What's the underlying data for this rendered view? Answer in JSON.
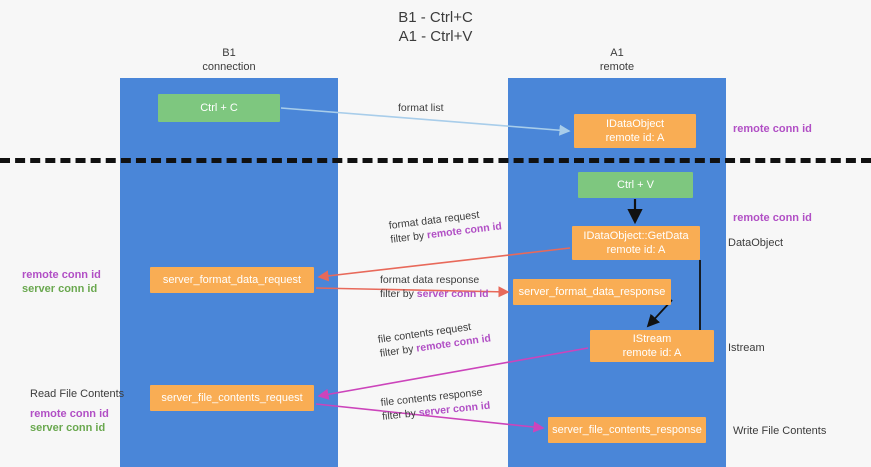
{
  "title": {
    "line1": "B1 - Ctrl+C",
    "line2": "A1 - Ctrl+V"
  },
  "lanes": [
    {
      "id": "b1",
      "name": "B1",
      "role": "connection"
    },
    {
      "id": "a1",
      "name": "A1",
      "role": "remote"
    }
  ],
  "nodes": {
    "ctrl_c": {
      "line1": "Ctrl + C",
      "line2": "",
      "color": "#7ec77f"
    },
    "idataobject": {
      "line1": "IDataObject",
      "line2": "remote id: A",
      "color": "#f9ad54"
    },
    "ctrl_v": {
      "line1": "Ctrl + V",
      "line2": "",
      "color": "#7ec77f"
    },
    "getdata": {
      "line1": "IDataObject::GetData",
      "line2": "remote id: A",
      "color": "#f9ad54"
    },
    "sfd_request": {
      "line1": "server_format_data_request",
      "line2": "",
      "color": "#f9ad54"
    },
    "sfd_response": {
      "line1": "server_format_data_response",
      "line2": "",
      "color": "#f9ad54"
    },
    "istream": {
      "line1": "IStream",
      "line2": "remote id: A",
      "color": "#f9ad54"
    },
    "sfc_request": {
      "line1": "server_file_contents_request",
      "line2": "",
      "color": "#f9ad54"
    },
    "sfc_response": {
      "line1": "server_file_contents_response",
      "line2": "",
      "color": "#f9ad54"
    }
  },
  "edge_labels": {
    "format_list": "format list",
    "format_data_request": "format data request",
    "format_data_request_filter_prefix": "filter by ",
    "format_data_request_filter_key": "remote conn id",
    "format_data_response": "format data response",
    "format_data_response_filter_prefix": "filter by ",
    "format_data_response_filter_key": "server conn id",
    "file_contents_request": "file contents request",
    "file_contents_request_filter_prefix": "filter by ",
    "file_contents_request_filter_key": "remote conn id",
    "file_contents_response": "file contents response",
    "file_contents_response_filter_prefix": "filter by ",
    "file_contents_response_filter_key": "server conn id"
  },
  "side_labels": {
    "right_remote_conn_id_top": "remote conn id",
    "right_remote_conn_id_mid": "remote conn id",
    "right_dataobject": "DataObject",
    "right_istream": "Istream",
    "right_write_file_contents": "Write File Contents",
    "left_remote_conn_id": "remote conn id",
    "left_server_conn_id": "server conn id",
    "left_read_file_contents": "Read File Contents",
    "left_remote_conn_id_2": "remote conn id",
    "left_server_conn_id_2": "server conn id"
  },
  "colors": {
    "lane_fill": "#4a86d8",
    "node_green": "#7ec77f",
    "node_orange": "#f9ad54",
    "accent_purple": "#b14fc5",
    "accent_green": "#6aa84f",
    "arrow_light_blue": "#a8cdea",
    "arrow_red": "#e8695a",
    "arrow_magenta": "#cc44bb",
    "arrow_black": "#111111",
    "divider": "#111111",
    "background": "#f7f7f7"
  }
}
